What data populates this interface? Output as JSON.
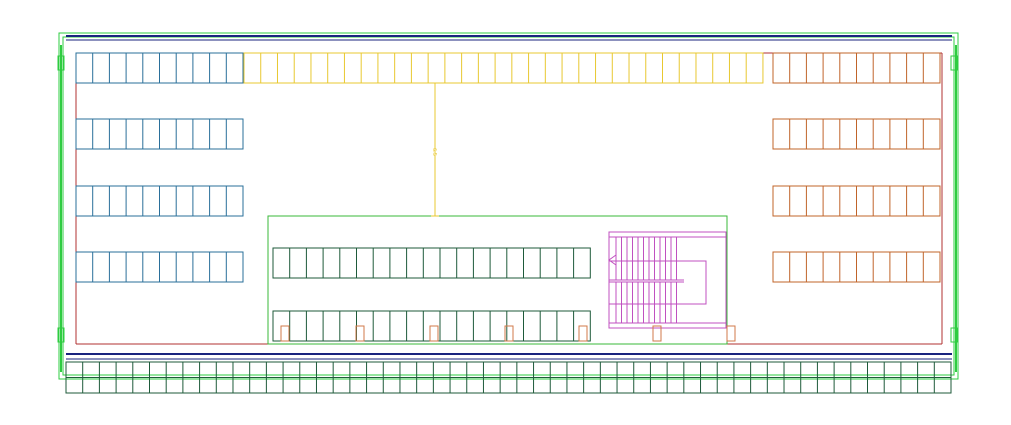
{
  "drawing": {
    "dimension_text": "6.5",
    "colors": {
      "background": "#ffffff",
      "outer_wall": "#2ecc40",
      "boundary": "#b03030",
      "blue_line": "#1a237e",
      "zone_blue": "#2a6f9a",
      "zone_yellow": "#e8c830",
      "zone_orange": "#c0642a",
      "zone_green": "#1e5a3a",
      "stair": "#c050c0",
      "inner_box": "#3ab83a",
      "column": "#d07a4a"
    },
    "zones": [
      {
        "name": "left-parking-rows",
        "stall_rows": 4,
        "stalls_per_row": 10,
        "color_key": "zone_blue"
      },
      {
        "name": "top-center-row",
        "stall_rows": 1,
        "stalls_per_row": 31,
        "color_key": "zone_yellow"
      },
      {
        "name": "right-parking-rows",
        "stall_rows": 4,
        "stalls_per_row": 10,
        "color_key": "zone_orange"
      },
      {
        "name": "center-parking-rows",
        "stall_rows": 2,
        "stalls_per_row": 19,
        "color_key": "zone_green"
      },
      {
        "name": "bottom-strip",
        "stall_rows": 2,
        "stalls_per_row": 53,
        "color_key": "zone_green"
      }
    ],
    "stair": {
      "name": "stairwell",
      "color_key": "stair"
    }
  }
}
